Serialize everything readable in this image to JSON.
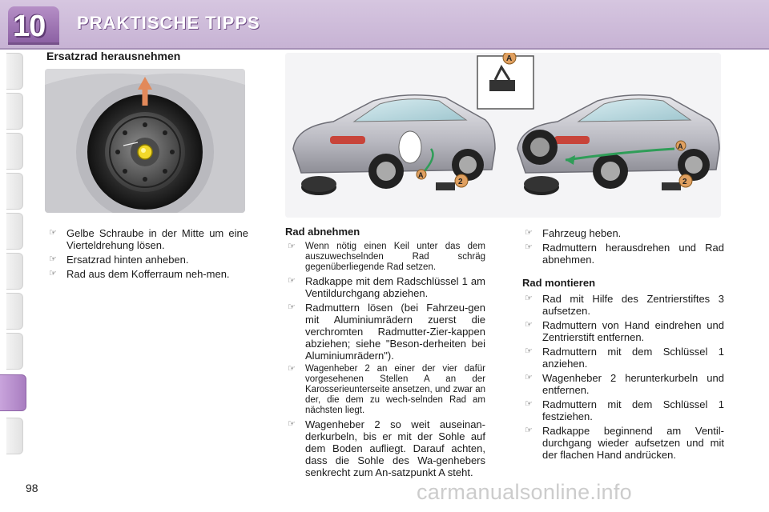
{
  "header": {
    "chapter_number": "10",
    "title": "PRAKTISCHE TIPPS",
    "colors": {
      "band": "#c7b3d4",
      "badge": "#8a5fa2",
      "title": "#ffffff"
    }
  },
  "section_title": "Ersatzrad herausnehmen",
  "column1": {
    "items": [
      "Gelbe Schraube in der Mitte um eine Vierteldrehung lösen.",
      "Ersatzrad hinten anheben.",
      "Rad aus dem Kofferraum neh-men."
    ]
  },
  "column2": {
    "heading": "Rad abnehmen",
    "items": [
      "Wenn nötig einen Keil unter das dem auszuwechselnden Rad schräg gegenüberliegende Rad setzen.",
      "Radkappe mit dem Radschlüssel 1 am Ventildurchgang abziehen.",
      "Radmuttern lösen (bei Fahrzeu-gen mit Aluminiumrädern zuerst die verchromten Radmutter-Zier-kappen abziehen; siehe \"Beson-derheiten bei Aluminiumrädern\").",
      "Wagenheber 2 an einer der vier dafür vorgesehenen Stellen A an der Karosserieunterseite ansetzen, und zwar an der, die dem zu wech-selnden Rad am nächsten liegt.",
      "Wagenheber 2 so weit auseinan-derkurbeln, bis er mit der Sohle auf dem Boden aufliegt. Darauf achten, dass die Sohle des Wa-genhebers senkrecht zum An-satzpunkt A steht."
    ]
  },
  "column3": {
    "items_top": [
      "Fahrzeug heben.",
      "Radmuttern herausdrehen und Rad abnehmen."
    ],
    "heading": "Rad montieren",
    "items": [
      "Rad mit Hilfe des Zentrierstiftes 3 aufsetzen.",
      "Radmuttern von Hand eindrehen und Zentrierstift entfernen.",
      "Radmuttern mit dem Schlüssel 1 anziehen.",
      "Wagenheber 2 herunterkurbeln und entfernen.",
      "Radmuttern mit dem Schlüssel 1 festziehen.",
      "Radkappe beginnend am Ventil-durchgang wieder aufsetzen und mit der flachen Hand andrücken."
    ]
  },
  "illustration": {
    "label_a": "A",
    "label_2": "2"
  },
  "bullet_symbol": "☞",
  "page_number": "98",
  "watermark": "carmanualsonline.info"
}
